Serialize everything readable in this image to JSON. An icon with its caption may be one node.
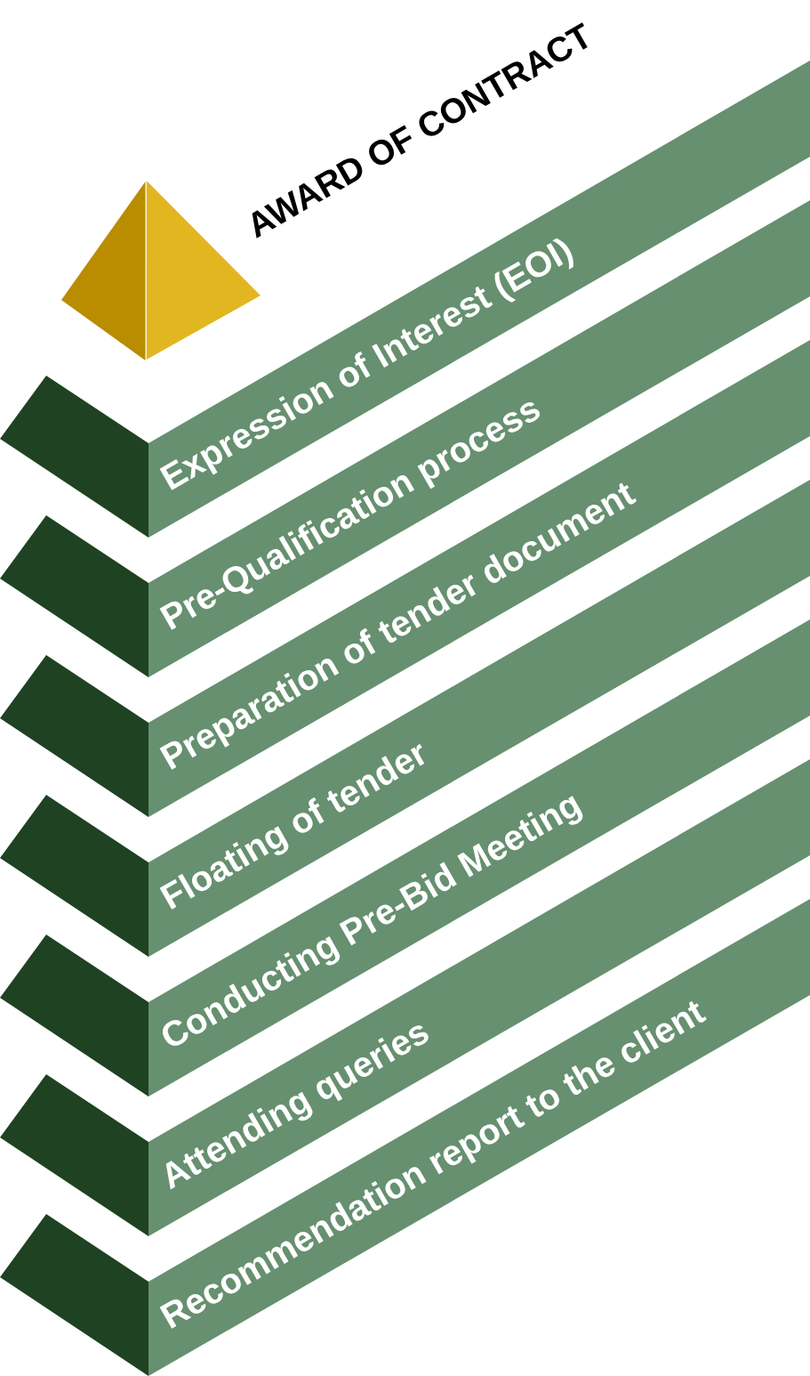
{
  "diagram": {
    "nodes": [
      {
        "text": [
          "AWARD OF CONTRACT"
        ]
      },
      {
        "text": [
          "Expression of Interest (EOI)"
        ]
      },
      {
        "text": [
          "Pre-Qualification process"
        ]
      },
      {
        "text": [
          "Preparation of tender document"
        ]
      },
      {
        "text": [
          "Floating of tender"
        ]
      },
      {
        "text": [
          "Conducting Pre-Bid Meeting"
        ]
      },
      {
        "text": [
          "Attending queries"
        ]
      },
      {
        "text": [
          "Recommendation report to the client"
        ]
      }
    ]
  }
}
